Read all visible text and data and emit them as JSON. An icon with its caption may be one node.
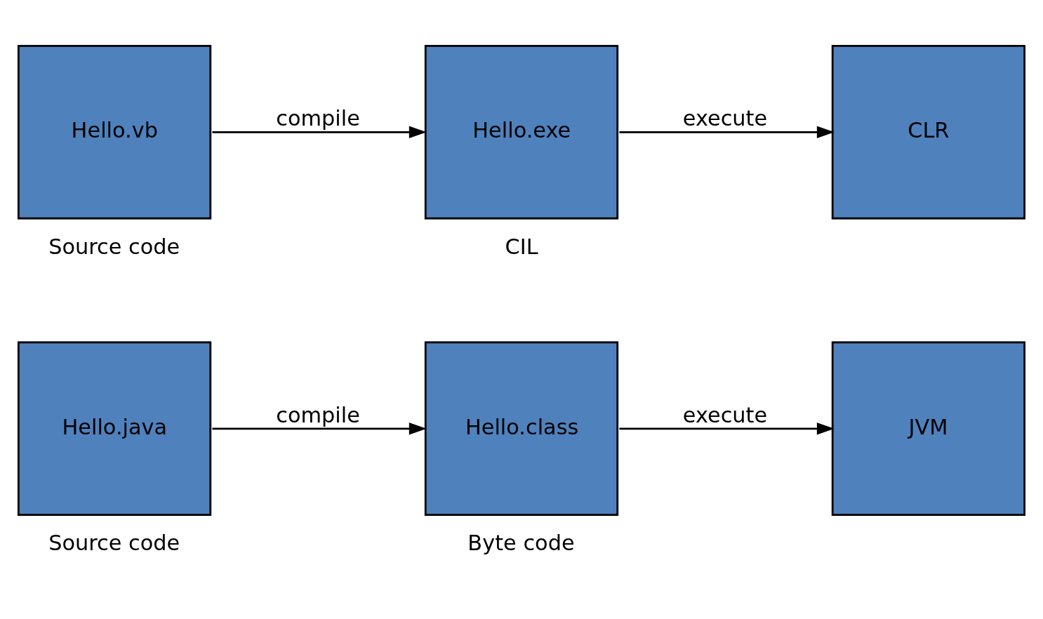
{
  "diagram": {
    "nodes": [
      {
        "text": [
          "Hello.java"
        ],
        "beside": [
          "Source code"
        ]
      },
      {
        "text": [
          "Hello.class"
        ],
        "beside": [
          "Byte code"
        ]
      },
      {
        "text": [
          "JVM"
        ]
      },
      {
        "text": [
          "Hello.vb"
        ],
        "beside": [
          "Source code"
        ]
      },
      {
        "text": [
          "Hello.exe"
        ],
        "beside": [
          "CIL"
        ]
      },
      {
        "text": [
          "CLR"
        ]
      }
    ],
    "edges": [
      {
        "from": 0,
        "to": 1,
        "arrow": "to",
        "label": "compile"
      },
      {
        "from": 1,
        "to": 2,
        "arrow": "to",
        "label": "execute"
      },
      {
        "from": 3,
        "to": 4,
        "arrow": "to",
        "label": "compile"
      },
      {
        "from": 4,
        "to": 5,
        "arrow": "to",
        "label": "execute"
      }
    ]
  }
}
